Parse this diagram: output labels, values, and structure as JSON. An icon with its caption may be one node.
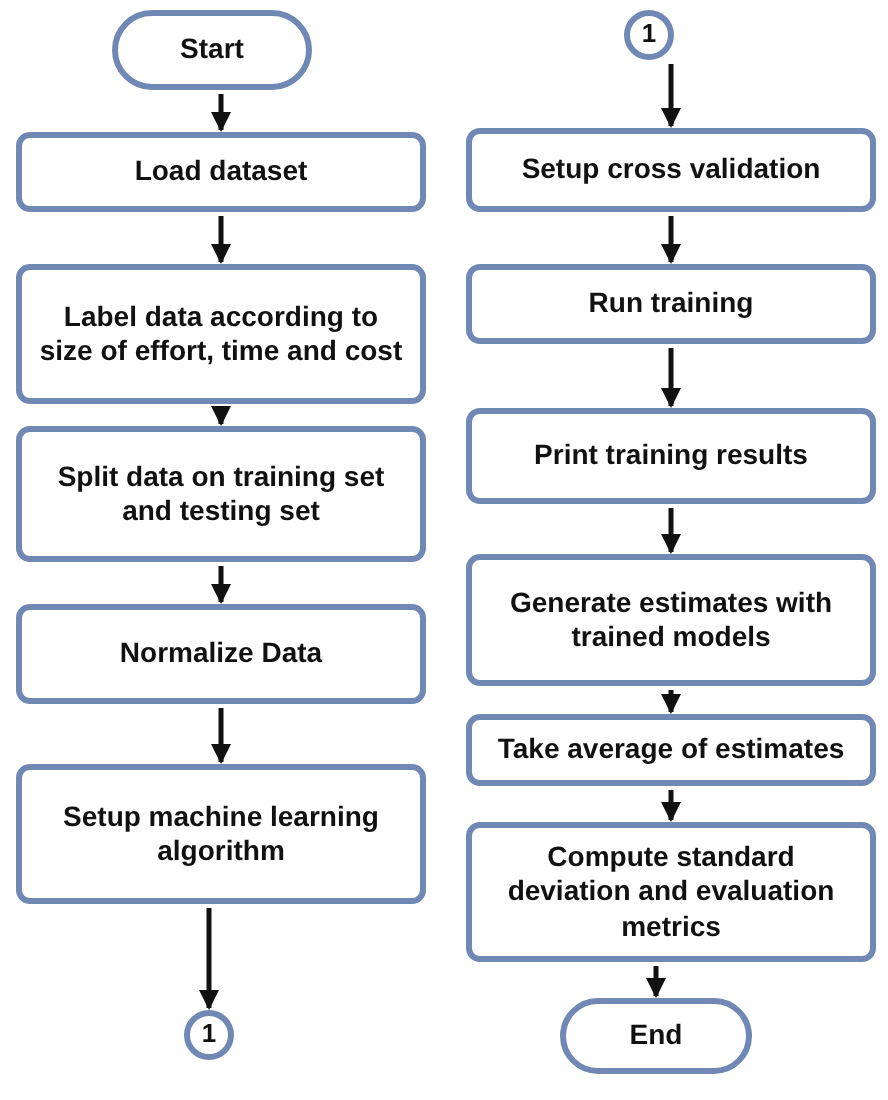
{
  "diagram": {
    "nodes": [
      {
        "text": [
          "Start"
        ]
      },
      {
        "text": [
          "Load dataset"
        ]
      },
      {
        "text": [
          "Label data according to size of effort, time and cost"
        ]
      },
      {
        "text": [
          "Split data on training set and testing set"
        ]
      },
      {
        "text": [
          "Normalize Data"
        ]
      },
      {
        "text": [
          "Setup machine learning algorithm"
        ]
      },
      {
        "text": [
          "1"
        ]
      },
      {
        "text": [
          "1"
        ]
      },
      {
        "text": [
          "Setup cross validation"
        ]
      },
      {
        "text": [
          "Run training"
        ]
      },
      {
        "text": [
          "Print training results"
        ]
      },
      {
        "text": [
          "Generate estimates with trained models"
        ]
      },
      {
        "text": [
          "Take average of estimates"
        ]
      },
      {
        "text": [
          "Compute standard deviation and evaluation metrics"
        ]
      },
      {
        "text": [
          "End"
        ]
      }
    ],
    "edges": [
      {
        "from": 0,
        "to": 1,
        "arrow": "to"
      },
      {
        "from": 1,
        "to": 2,
        "arrow": "to"
      },
      {
        "from": 2,
        "to": 3,
        "arrow": "to"
      },
      {
        "from": 3,
        "to": 4,
        "arrow": "to"
      },
      {
        "from": 4,
        "to": 5,
        "arrow": "to"
      },
      {
        "from": 5,
        "to": 6,
        "arrow": "to"
      },
      {
        "from": 7,
        "to": 8,
        "arrow": "to"
      },
      {
        "from": 8,
        "to": 9,
        "arrow": "to"
      },
      {
        "from": 9,
        "to": 10,
        "arrow": "to"
      },
      {
        "from": 10,
        "to": 11,
        "arrow": "to"
      },
      {
        "from": 11,
        "to": 12,
        "arrow": "to"
      },
      {
        "from": 12,
        "to": 13,
        "arrow": "to"
      },
      {
        "from": 13,
        "to": 14,
        "arrow": "to"
      }
    ]
  }
}
